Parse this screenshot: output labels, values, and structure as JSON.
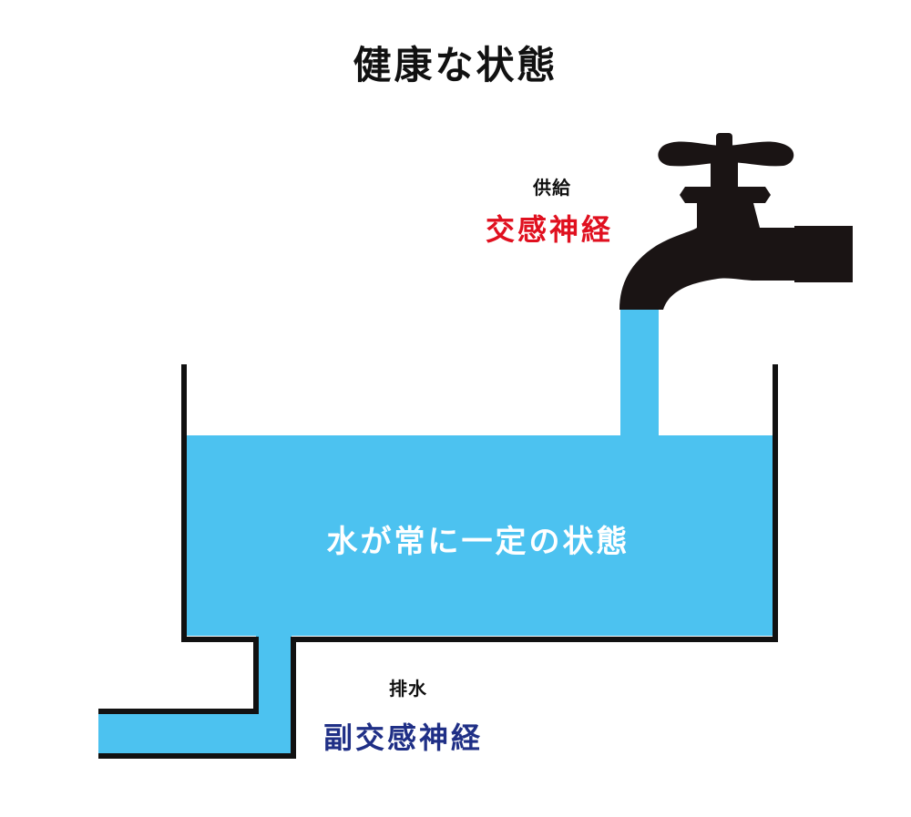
{
  "title": "健康な状態",
  "supply": {
    "caption": "供給",
    "nerve": "交感神経"
  },
  "drain": {
    "caption": "排水",
    "nerve": "副交感神経"
  },
  "tank_text": "水が常に一定の状態",
  "colors": {
    "water": "#4cc2f0",
    "outline": "#111111",
    "faucet": "#1a1414",
    "sympathetic": "#e0101f",
    "parasympathetic": "#1f2f86"
  },
  "icons": [
    "faucet-icon"
  ]
}
